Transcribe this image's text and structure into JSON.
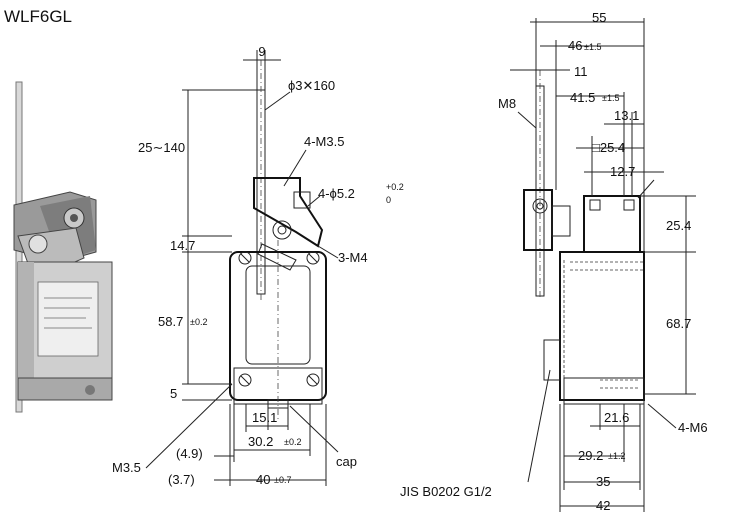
{
  "title": "WLF6GL",
  "front": {
    "d_width_top": "9",
    "d_rod": "ϕ3✕160",
    "d_rod_range": "25∼140",
    "d_m35_4": "4-M3.5",
    "d_holes": "4-ϕ5.2",
    "d_holes_tol_plus": "+0.2",
    "d_holes_tol_minus": "0",
    "d_m4": "3-M4",
    "d_147": "14.7",
    "d_587": "58.7",
    "d_587_tol": "±0.2",
    "d_5": "5",
    "d_151": "15.1",
    "d_302": "30.2",
    "d_302_tol": "±0.2",
    "d_49": "(4.9)",
    "d_m35": "M3.5",
    "d_37": "(3.7)",
    "d_40": "40",
    "d_40_tol": "±0.7",
    "d_cap": "cap"
  },
  "side": {
    "d_55": "55",
    "d_46": "46",
    "d_46_tol": "±1.5",
    "d_11": "11",
    "d_m8": "M8",
    "d_415": "41.5",
    "d_415_tol": "±1.5",
    "d_131": "13.1",
    "d_254_sq": "□25.4",
    "d_127": "12.7",
    "d_254": "25.4",
    "d_687": "68.7",
    "d_216": "21.6",
    "d_m6": "4-M6",
    "d_292": "29.2",
    "d_292_tol": "±1.2",
    "d_35": "35",
    "d_42": "42",
    "d_jis": "JIS B0202 G1/2"
  }
}
